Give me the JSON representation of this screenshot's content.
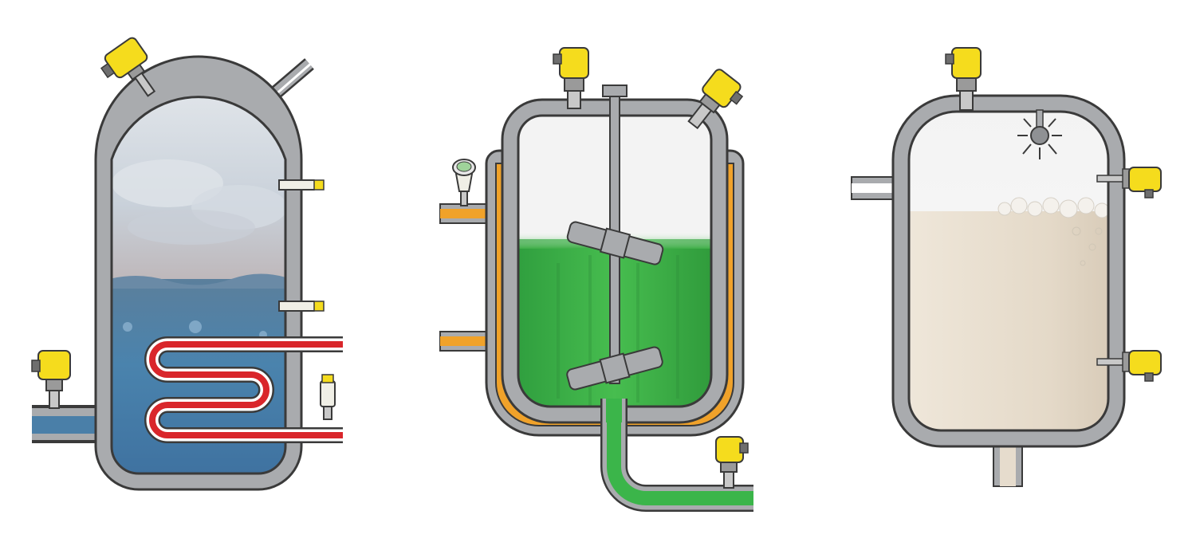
{
  "vessels": [
    {
      "id": "steam-boiler",
      "contents": "water-and-steam",
      "sensors": [
        "pressure-sensor-top",
        "point-level-switch-upper",
        "point-level-switch-lower",
        "pressure-sensor-inlet",
        "pressure-sensor-outlet"
      ]
    },
    {
      "id": "stirred-reactor",
      "contents": "green-liquid",
      "sensors": [
        "radar-sensor-top",
        "radar-sensor-angled",
        "pressure-gauge-jacket",
        "pressure-sensor-outlet"
      ]
    },
    {
      "id": "foam-tank",
      "contents": "foaming-liquid",
      "sensors": [
        "radar-sensor-top",
        "vibrating-switch-upper",
        "vibrating-switch-lower"
      ]
    }
  ],
  "colors": {
    "steel": "#a9abae",
    "outline": "#3a3a3a",
    "sensor_yellow": "#f5dc1d",
    "sensor_dark": "#6e6e6e",
    "heating_coil": "#d9262b",
    "jacket_orange": "#f0a22a",
    "reactor_liquid": "#3bb54a",
    "water": "#3c78a6",
    "foam": "#e6dccd"
  },
  "icons": [
    "pressure-sensor-icon",
    "level-switch-icon",
    "radar-sensor-icon",
    "agitator-icon",
    "heating-coil-icon",
    "spray-ball-icon",
    "pressure-gauge-icon"
  ]
}
